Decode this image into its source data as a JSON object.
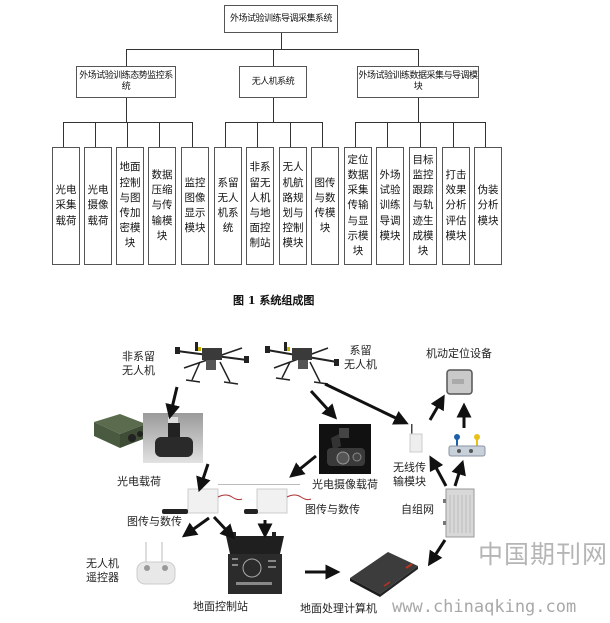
{
  "tree": {
    "root": "外场试验训练导调采集系统",
    "groups": [
      {
        "label": "外场试验训练态势监控系统",
        "children": [
          "光电采集载荷",
          "光电摄像载荷",
          "地面控制与图传加密模块",
          "数据压缩与传输模块",
          "监控图像显示模块"
        ]
      },
      {
        "label": "无人机系统",
        "children": [
          "系留无人机系统",
          "非系留无人机与地面控制站",
          "无人机航路规划与控制模块",
          "图传与数传模块"
        ]
      },
      {
        "label": "外场试验训练数据采集与导调模块",
        "children": [
          "定位数据采集传输与显示模块",
          "外场试验训练导调模块",
          "目标监控跟踪与轨迹生成模块",
          "打击效果分析评估模块",
          "伪装分析模块"
        ]
      }
    ]
  },
  "figure_caption": "图 1  系统组成图",
  "photo_diagram": {
    "labels": {
      "non_tethered_uav": "非系留\n无人机",
      "tethered_uav": "系留\n无人机",
      "mobile_positioning": "机动定位设备",
      "eo_payload": "光电载荷",
      "eo_camera_payload": "光电摄像载荷",
      "wireless_module": "无线传\n输模块",
      "image_data_link_1": "图传与数传",
      "image_data_link_2": "图传与数传",
      "ad_hoc_network": "自组网",
      "uav_remote": "无人机\n遥控器",
      "ground_station": "地面控制站",
      "ground_computer": "地面处理计算机"
    }
  },
  "watermark": {
    "cn": "中国期刊网",
    "url": "www.chinaqking.com"
  }
}
